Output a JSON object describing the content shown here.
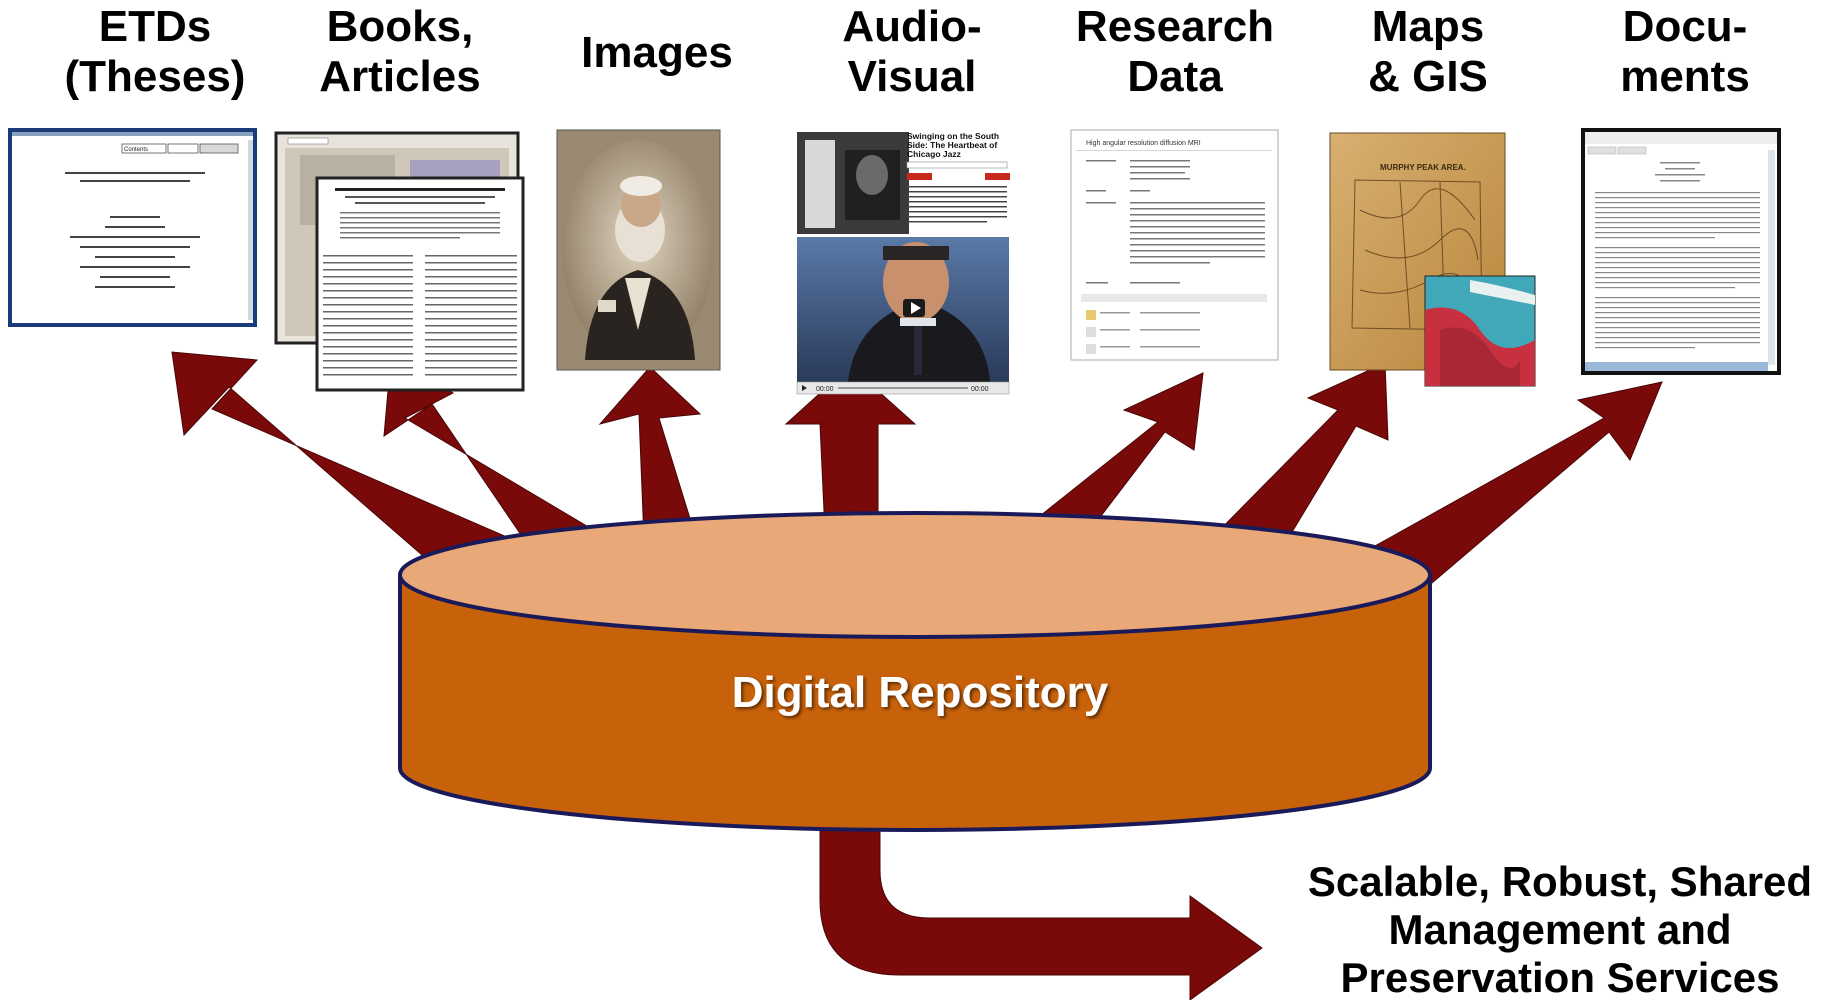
{
  "categories": [
    {
      "id": "etds",
      "lines": [
        "ETDs",
        "(Theses)"
      ]
    },
    {
      "id": "books",
      "lines": [
        "Books,",
        "Articles"
      ]
    },
    {
      "id": "images",
      "lines": [
        "Images"
      ]
    },
    {
      "id": "av",
      "lines": [
        "Audio-",
        "Visual"
      ]
    },
    {
      "id": "research",
      "lines": [
        "Research",
        "Data"
      ]
    },
    {
      "id": "maps",
      "lines": [
        "Maps",
        "& GIS"
      ]
    },
    {
      "id": "docs",
      "lines": [
        "Docu-",
        "ments"
      ]
    }
  ],
  "repository": {
    "label": "Digital Repository"
  },
  "services": {
    "lines": [
      "Scalable, Robust, Shared",
      "Management and",
      "Preservation Services"
    ]
  },
  "thumbnails": {
    "av": {
      "title": "Swinging on the South Side: The Heartbeat of Chicago Jazz",
      "time_start": "00:00",
      "time_end": "00:00"
    },
    "maps": {
      "title": "MURPHY PEAK AREA."
    },
    "research": {
      "title": "High angular resolution diffusion MRI"
    },
    "etds": {
      "search": "Contents"
    }
  },
  "colors": {
    "arrow": "#7a0a0a",
    "cylinder_body": "#c8620a",
    "cylinder_top": "#e8a878",
    "cylinder_outline": "#1a1a5a"
  }
}
